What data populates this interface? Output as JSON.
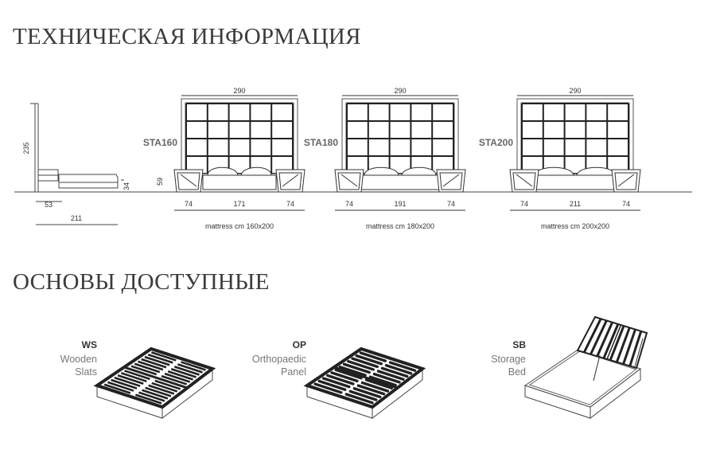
{
  "headings": {
    "tech_info": "ТЕХНИЧЕСКАЯ ИНФОРМАЦИЯ",
    "bases": "ОСНОВЫ ДОСТУПНЫЕ"
  },
  "side_view": {
    "height": "235",
    "foot_height": "34",
    "headboard_depth": "53",
    "total_length": "211"
  },
  "front_views": [
    {
      "model": "STA160",
      "width": "290",
      "nightstand_height": "59",
      "nightstand_left": "74",
      "bed_width": "171",
      "nightstand_right": "74",
      "mattress": "mattress cm 160x200"
    },
    {
      "model": "STA180",
      "width": "290",
      "nightstand_left": "74",
      "bed_width": "191",
      "nightstand_right": "74",
      "mattress": "mattress cm 180x200"
    },
    {
      "model": "STA200",
      "width": "290",
      "nightstand_left": "74",
      "bed_width": "211",
      "nightstand_right": "74",
      "mattress": "mattress cm 200x200"
    }
  ],
  "bases": [
    {
      "code": "WS",
      "line1": "Wooden",
      "line2": "Slats"
    },
    {
      "code": "OP",
      "line1": "Orthopaedic",
      "line2": "Panel"
    },
    {
      "code": "SB",
      "line1": "Storage",
      "line2": "Bed"
    }
  ]
}
